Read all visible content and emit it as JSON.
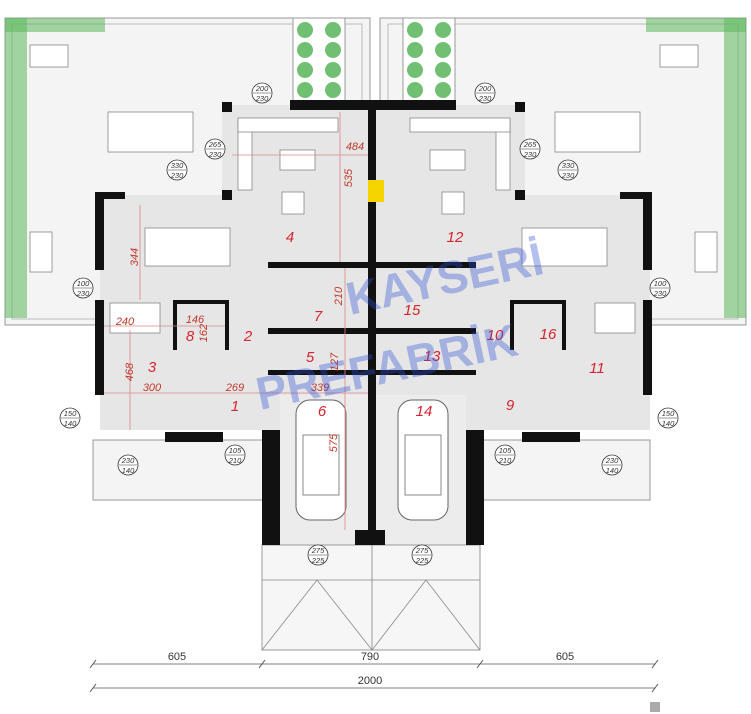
{
  "plan": {
    "rooms": [
      "4",
      "12",
      "7",
      "15",
      "2",
      "8",
      "10",
      "16",
      "3",
      "5",
      "13",
      "11",
      "1",
      "6",
      "14",
      "9"
    ],
    "dimensions": [
      "484",
      "535",
      "344",
      "240",
      "146",
      "162",
      "210",
      "127",
      "468",
      "300",
      "269",
      "339",
      "575"
    ],
    "openings": [
      {
        "w": "265",
        "h": "230"
      },
      {
        "w": "265",
        "h": "230"
      },
      {
        "w": "200",
        "h": "230"
      },
      {
        "w": "200",
        "h": "230"
      },
      {
        "w": "330",
        "h": "230"
      },
      {
        "w": "330",
        "h": "230"
      },
      {
        "w": "100",
        "h": "230"
      },
      {
        "w": "100",
        "h": "230"
      },
      {
        "w": "150",
        "h": "140"
      },
      {
        "w": "150",
        "h": "140"
      },
      {
        "w": "230",
        "h": "140"
      },
      {
        "w": "230",
        "h": "140"
      },
      {
        "w": "105",
        "h": "210"
      },
      {
        "w": "105",
        "h": "210"
      },
      {
        "w": "275",
        "h": "225"
      },
      {
        "w": "275",
        "h": "225"
      }
    ],
    "overall_dimensions": {
      "left": "605",
      "center": "790",
      "right": "605",
      "total": "2000"
    },
    "watermark": [
      "KAYSERİ",
      "PREFABRİK"
    ],
    "colors": {
      "room_label": "#d52330",
      "walls": "#111111",
      "floor": "#e6e6e6",
      "watermark": "#2b4fd6",
      "planting": "#4caf50",
      "fireplace": "#f5d400"
    }
  }
}
